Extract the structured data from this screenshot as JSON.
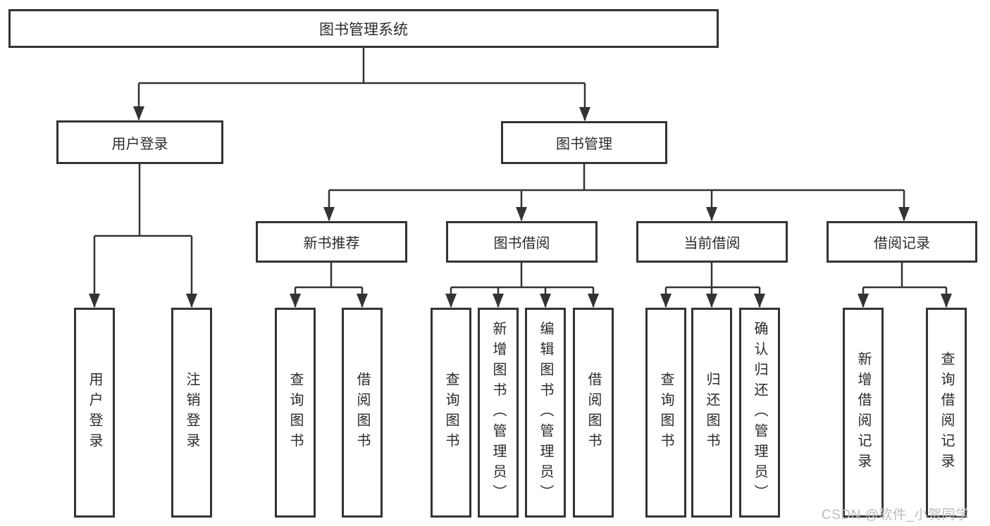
{
  "page": {
    "background": "#ffffff",
    "line_color": "#333333",
    "box_border_color": "#333333"
  },
  "diagram": {
    "root": {
      "label": "图书管理系统"
    },
    "branches": [
      {
        "label": "用户登录",
        "children": [
          {
            "label": "用户登录"
          },
          {
            "label": "注销登录"
          }
        ]
      },
      {
        "label": "图书管理",
        "groups": [
          {
            "label": "新书推荐",
            "children": [
              {
                "label": "查询图书"
              },
              {
                "label": "借阅图书"
              }
            ]
          },
          {
            "label": "图书借阅",
            "children": [
              {
                "label": "查询图书"
              },
              {
                "label": "新增图书（管理员）"
              },
              {
                "label": "编辑图书（管理员）"
              },
              {
                "label": "借阅图书"
              }
            ]
          },
          {
            "label": "当前借阅",
            "children": [
              {
                "label": "查询图书"
              },
              {
                "label": "归还图书"
              },
              {
                "label": "确认归还（管理员）"
              }
            ]
          },
          {
            "label": "借阅记录",
            "children": [
              {
                "label": "新增借阅记录"
              },
              {
                "label": "查询借阅记录"
              }
            ]
          }
        ]
      }
    ]
  },
  "watermark": {
    "text": "CSDN @软件_小贺同学",
    "color": "#bcbcbc"
  }
}
